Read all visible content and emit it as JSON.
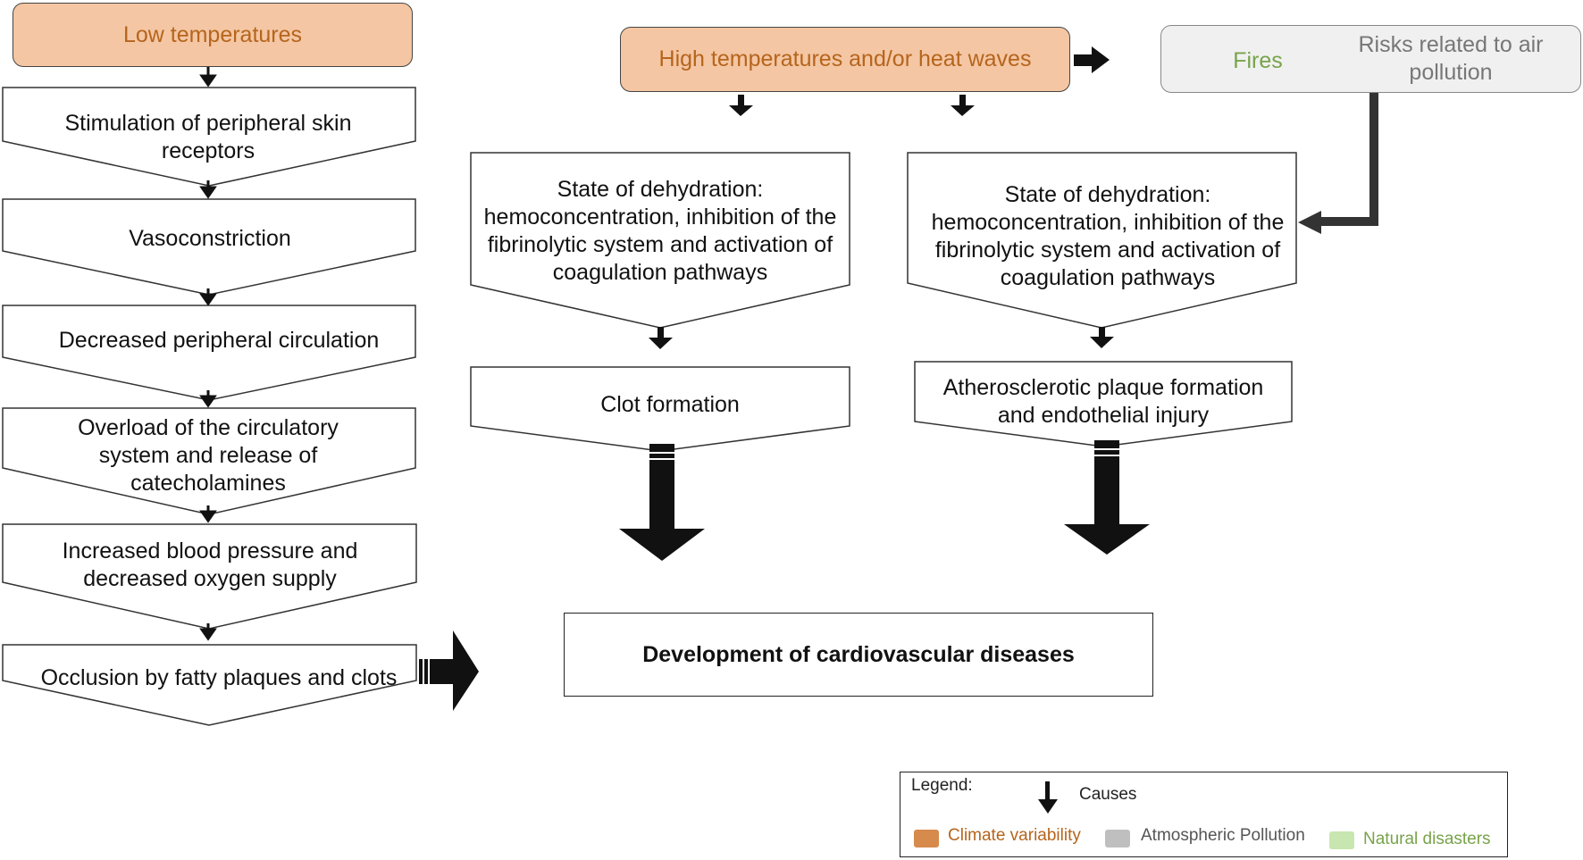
{
  "colors": {
    "climate_fill": "#f4c6a3",
    "climate_text": "#b5651d",
    "pollution_fill": "#f0f0f0",
    "pollution_text": "#777777",
    "disasters_fill": "#c8e6b0",
    "disasters_text": "#77a34a",
    "arrow": "#111111",
    "up_arrow": "#777777"
  },
  "cold_chain": {
    "header": "Low temperatures",
    "steps": [
      "Stimulation of peripheral skin receptors",
      "Vasoconstriction",
      "Decreased peripheral circulation",
      "Overload of the circulatory system and release of catecholamines",
      "Increased blood pressure and decreased oxygen supply",
      "Occlusion by fatty plaques and clots"
    ]
  },
  "heat": {
    "header": "High temperatures and/or heat waves",
    "fires": "Fires",
    "air_pollution": "Risks related to air pollution",
    "left_branch": {
      "step1": "State of dehydration: hemoconcentration, inhibition of the fibrinolytic system and activation of coagulation pathways",
      "step2": "Clot formation"
    },
    "right_branch": {
      "step1": "State of dehydration: hemoconcentration, inhibition of the fibrinolytic system and activation of coagulation pathways",
      "step2": "Atherosclerotic plaque formation and endothelial injury"
    }
  },
  "outcome": "Development of cardiovascular diseases",
  "legend": {
    "title": "Legend:",
    "causes": "Causes",
    "climate": "Climate variability",
    "pollution": "Atmospheric Pollution",
    "disasters": "Natural disasters"
  }
}
